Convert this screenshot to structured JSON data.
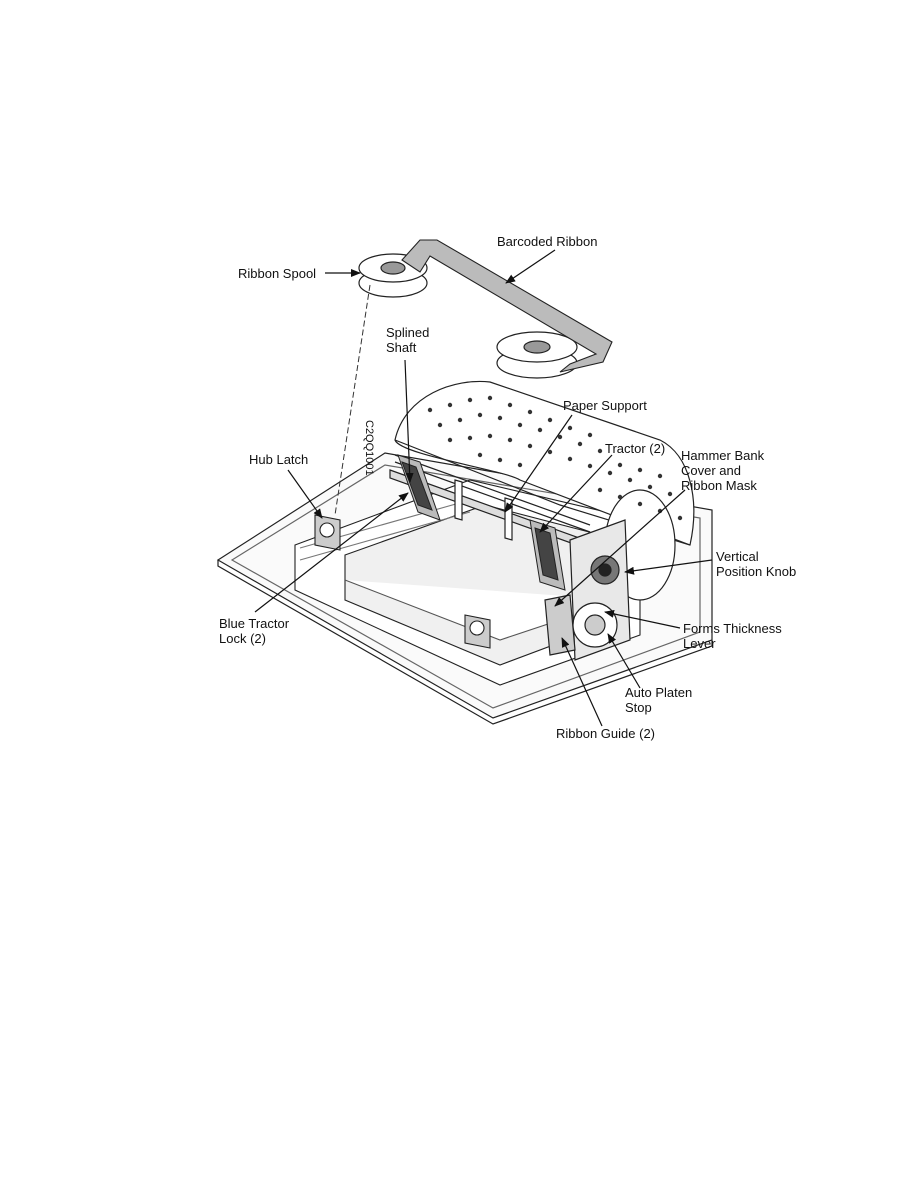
{
  "figure_code": "C2QQ1001",
  "labels": {
    "barcoded_ribbon": "Barcoded Ribbon",
    "ribbon_spool": "Ribbon Spool",
    "splined_shaft": "Splined\nShaft",
    "paper_support": "Paper Support",
    "tractor": "Tractor (2)",
    "hammer_bank": "Hammer Bank\nCover and\nRibbon Mask",
    "hub_latch": "Hub Latch",
    "vertical_position_knob": "Vertical\nPosition Knob",
    "blue_tractor_lock": "Blue Tractor\nLock (2)",
    "forms_thickness_lever": "Forms Thickness\nLever",
    "auto_platen_stop": "Auto Platen\nStop",
    "ribbon_guide": "Ribbon Guide (2)"
  }
}
